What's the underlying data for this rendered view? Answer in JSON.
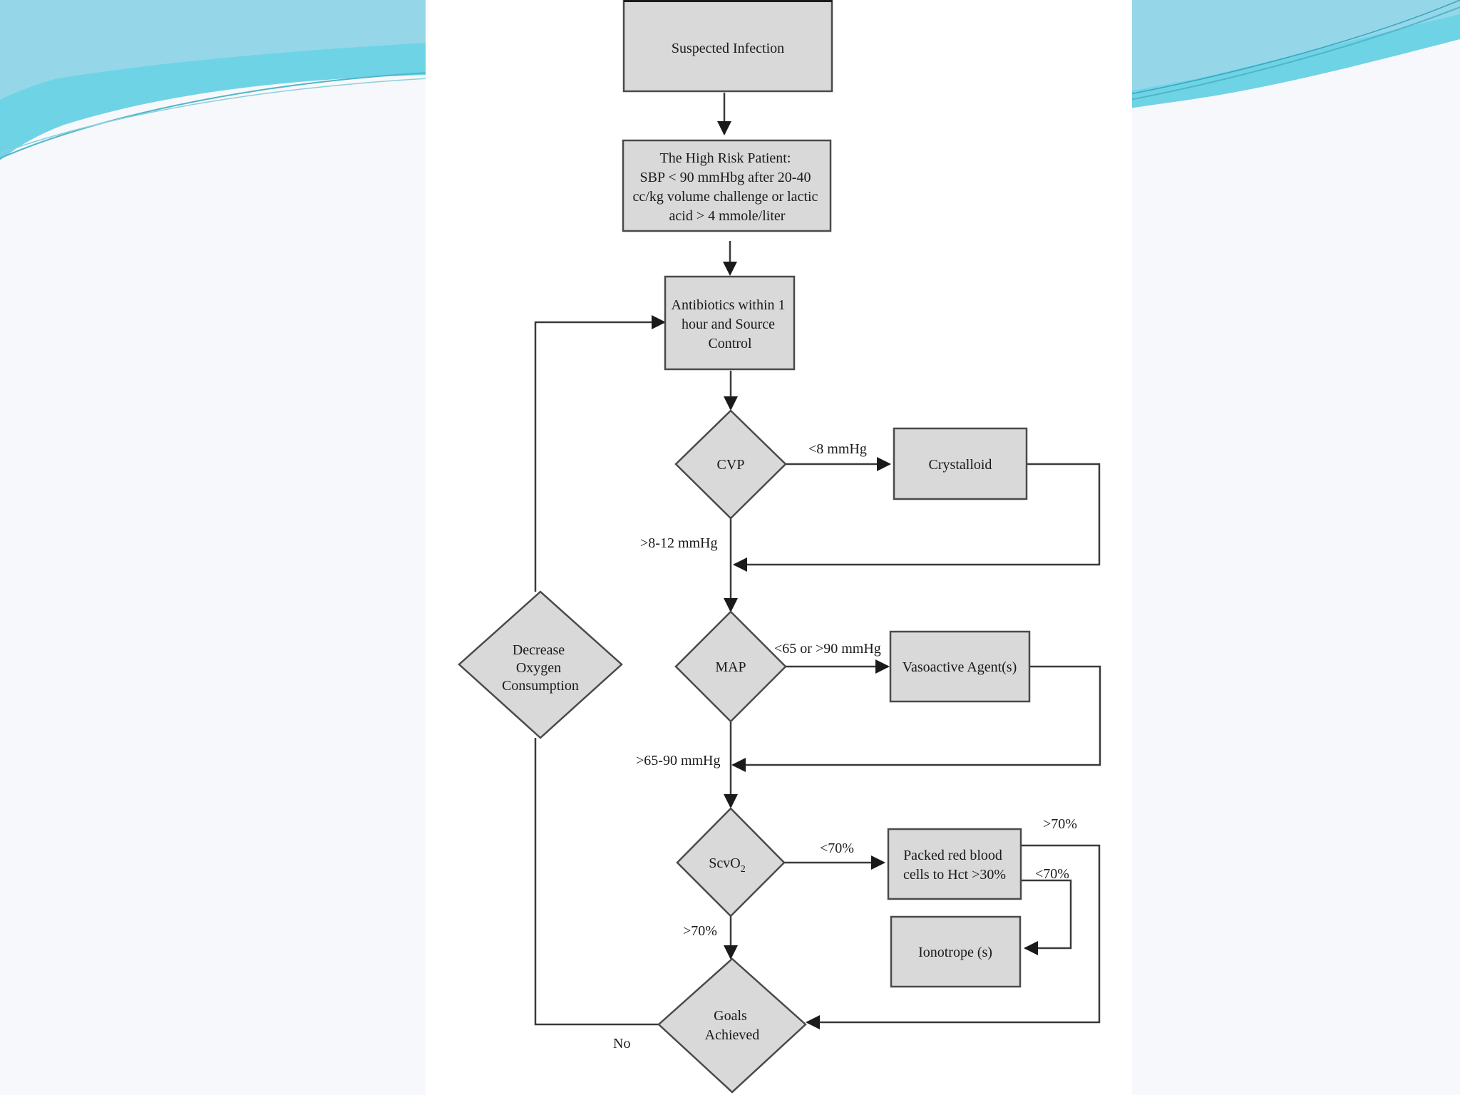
{
  "theme": {
    "wave_color_1": "#6fd3e6",
    "wave_color_2": "#9fd8ea",
    "wave_line_color": "#4fb7c9",
    "node_fill": "#d9d9d9",
    "node_stroke": "#4a4a4a",
    "line_color": "#3a3a3a"
  },
  "flowchart": {
    "nodes": {
      "suspected_infection": {
        "lines": [
          "Suspected Infection"
        ]
      },
      "high_risk": {
        "lines": [
          "The High Risk Patient:",
          "SBP < 90 mmHbg after 20-40",
          "cc/kg volume challenge or lactic",
          "acid > 4 mmole/liter"
        ]
      },
      "antibiotics": {
        "lines": [
          "Antibiotics within 1",
          "hour and Source",
          "Control"
        ]
      },
      "cvp": {
        "lines": [
          "CVP"
        ]
      },
      "crystalloid": {
        "lines": [
          "Crystalloid"
        ]
      },
      "map": {
        "lines": [
          "MAP"
        ]
      },
      "vasoactive": {
        "lines": [
          "Vasoactive Agent(s)"
        ]
      },
      "scvo2": {
        "lines": [
          "ScvO",
          "2"
        ]
      },
      "packed_rbc": {
        "lines": [
          "Packed red blood",
          "cells to Hct >30%"
        ]
      },
      "ionotrope": {
        "lines": [
          "Ionotrope (s)"
        ]
      },
      "goals": {
        "lines": [
          "Goals",
          "Achieved"
        ]
      },
      "decrease_o2": {
        "lines": [
          "Decrease",
          "Oxygen",
          "Consumption"
        ]
      }
    },
    "edge_labels": {
      "cvp_low": "<8 mmHg",
      "cvp_ok": ">8-12 mmHg",
      "map_out": "<65 or >90 mmHg",
      "map_ok": ">65-90 mmHg",
      "scvo2_low": "<70%",
      "scvo2_ok": ">70%",
      "rbc_high": ">70%",
      "rbc_low": "<70%",
      "goals_no": "No"
    }
  }
}
